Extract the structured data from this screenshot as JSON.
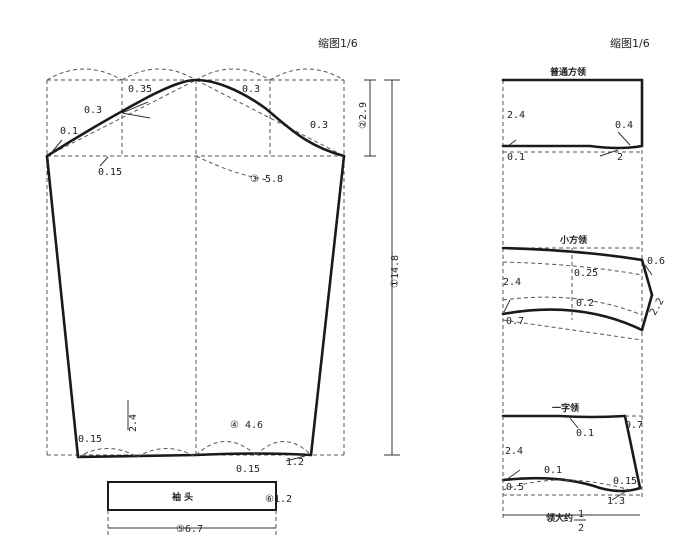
{
  "left_panel": {
    "scale_label": "缩图1/6",
    "labels": {
      "cap_035": "0.35",
      "cap_03_left": "0.3",
      "cap_03_top": "0.3",
      "cap_03_right": "0.3",
      "cap_01": "0.1",
      "cap_015": "0.15",
      "cap_height": "②2.9",
      "cap_width": "③ 5.8",
      "sleeve_length": "①14.8",
      "hem_24": "2.4",
      "hem_015_left": "0.15",
      "hem_width": "④ 4.6",
      "hem_015_mid": "0.15",
      "hem_12": "1.2",
      "cuff_text": "袖 头",
      "cuff_height": "⑥1.2",
      "cuff_length": "⑤6.7"
    }
  },
  "right_panel": {
    "scale_label": "缩图1/6",
    "collar1": {
      "title": "普通方领",
      "l_24": "2.4",
      "l_04": "0.4",
      "l_01": "0.1",
      "l_2": "2"
    },
    "collar2": {
      "title": "小方领",
      "l_24": "2.4",
      "l_025": "0.25",
      "l_06": "0.6",
      "l_02": "0.2",
      "l_07": "0.7",
      "l_22": "2.2"
    },
    "collar3": {
      "title": "一字领",
      "l_01_top": "0.1",
      "l_07": "0.7",
      "l_24": "2.4",
      "l_01_mid": "0.1",
      "l_05": "0.5",
      "l_015": "0.15",
      "l_13": "1.3",
      "bottom_label": "领大约",
      "frac_num": "1",
      "frac_den": "2"
    }
  }
}
